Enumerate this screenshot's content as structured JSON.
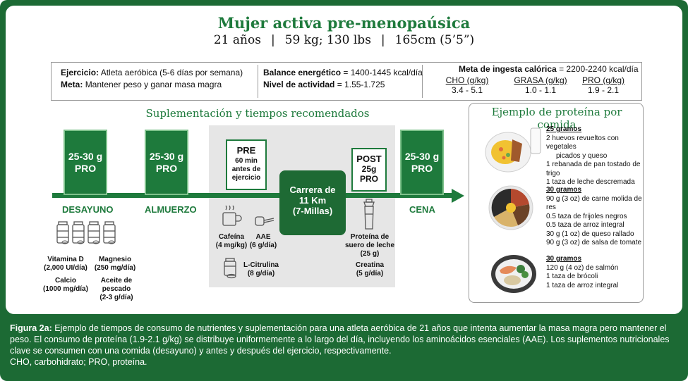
{
  "header": {
    "title": "Mujer activa pre-menopaúsica",
    "age": "21 años",
    "weight": "59 kg; 130 lbs",
    "height": "165cm (5’5”)",
    "separator": "|"
  },
  "info": {
    "exercise_label": "Ejercicio:",
    "exercise_value": "Atleta aeróbica (5-6 días por semana)",
    "goal_label": "Meta:",
    "goal_value": "Mantener peso y ganar masa magra",
    "energy_label": "Balance energético",
    "energy_value": "= 1400-1445 kcal/día",
    "activity_label": "Nivel de actividad",
    "activity_value": "= 1.55-1.725",
    "intake_label": "Meta de ingesta calórica",
    "intake_value": "= 2200-2240 kcal/día",
    "macros": [
      {
        "header": "CHO (g/kg)",
        "value": "3.4 - 5.1"
      },
      {
        "header": "GRASA (g/kg)",
        "value": "1.0 - 1.1"
      },
      {
        "header": "PRO (g/kg)",
        "value": "1.9 - 2.1"
      }
    ]
  },
  "supp_heading": "Suplementación y tiempos recomendados",
  "protein_heading": "Ejemplo de proteína por comida",
  "meals": [
    {
      "line1": "25-30 g",
      "line2": "PRO",
      "label": "DESAYUNO"
    },
    {
      "line1": "25-30 g",
      "line2": "PRO",
      "label": "ALMUERZO"
    },
    {
      "line1": "25-30 g",
      "line2": "PRO",
      "label": "CENA"
    }
  ],
  "pre": {
    "title": "PRE",
    "l1": "60 min",
    "l2": "antes de",
    "l3": "ejercicio"
  },
  "post": {
    "title": "POST",
    "l1": "25g",
    "l2": "PRO"
  },
  "run": {
    "l1": "Carrera de",
    "l2": "11 Km",
    "l3": "(7-Millas)"
  },
  "supplements": {
    "vitd_name": "Vitamina D",
    "vitd_dose": "(2,000 UI/día)",
    "mg_name": "Magnesio",
    "mg_dose": "(250 mg/día)",
    "ca_name": "Calcio",
    "ca_dose": "(1000 mg/día)",
    "fish_name": "Aceite de pescado",
    "fish_dose": "(2-3 g/día)",
    "caf_name": "Cafeína",
    "caf_dose": "(4 mg/kg)",
    "aae_name": "AAE",
    "aae_dose": "(6 g/día)",
    "cit_name": "L-Citrulina",
    "cit_dose": "(8 g/día)",
    "whey_l1": "Proteína de",
    "whey_l2": "suero de leche",
    "whey_dose": "(25 g)",
    "crea_name": "Creatina",
    "crea_dose": "(5 g/día)"
  },
  "examples": [
    {
      "grams": "25 gramos",
      "lines": [
        "2 huevos revueltos con vegetales",
        "picados y queso",
        "1 rebanada de pan tostado de",
        "trigo",
        "1 taza de leche descremada"
      ]
    },
    {
      "grams": "30 gramos",
      "lines": [
        "90 g (3 oz) de carne molida de res",
        "0.5 taza de frijoles negros",
        "0.5 taza de arroz integral",
        "30 g (1 oz) de queso rallado",
        "90 g (3 oz) de salsa de tomate"
      ]
    },
    {
      "grams": "30 gramos",
      "lines": [
        "120 g (4 oz) de salmón",
        "1 taza de brócoli",
        "1 taza de arroz integral"
      ]
    }
  ],
  "caption": {
    "label": "Figura 2a:",
    "text": "Ejemplo de tiempos de consumo de nutrientes y suplementación para una atleta aeróbica de 21 años que intenta aumentar la masa magra pero mantener el peso. El consumo de proteína (1.9-2.1 g/kg) se distribuye uniformemente a lo largo del día, incluyendo los aminoácidos esenciales (AAE). Los suplementos nutricionales clave se consumen con una comida (desayuno) y antes y después del ejercicio, respectivamente.",
    "abbrev": "CHO, carbohidrato; PRO, proteína."
  },
  "colors": {
    "brand_green": "#1e7a3c",
    "dark_green": "#1c6a34",
    "light_green": "#7fc28c",
    "grey_zone": "#e6e6e6"
  }
}
